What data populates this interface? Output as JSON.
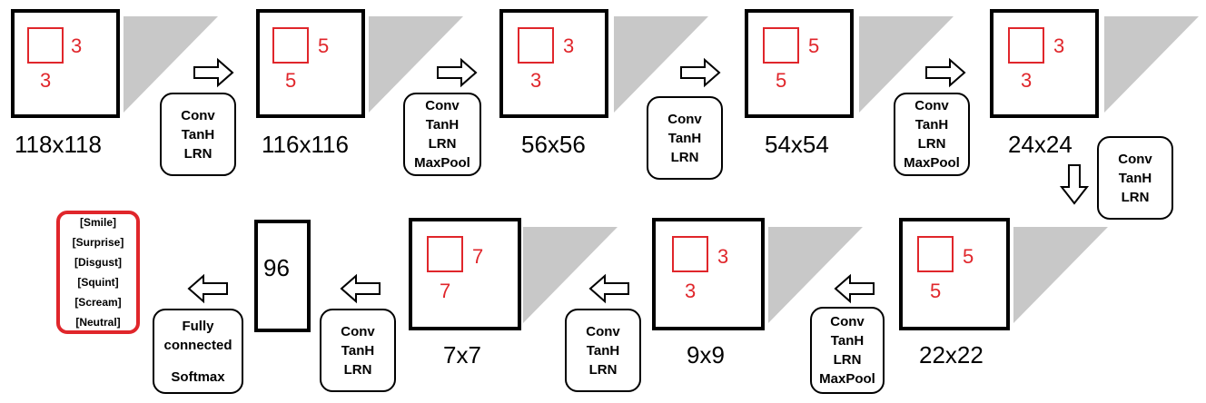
{
  "layers": [
    {
      "dim": "118x118",
      "kh": "3",
      "kw": "3"
    },
    {
      "dim": "116x116",
      "kh": "5",
      "kw": "5"
    },
    {
      "dim": "56x56",
      "kh": "3",
      "kw": "3"
    },
    {
      "dim": "54x54",
      "kh": "5",
      "kw": "5"
    },
    {
      "dim": "24x24",
      "kh": "3",
      "kw": "3"
    },
    {
      "dim": "22x22",
      "kh": "5",
      "kw": "5"
    },
    {
      "dim": "9x9",
      "kh": "3",
      "kw": "3"
    },
    {
      "dim": "7x7",
      "kh": "7",
      "kw": "7"
    }
  ],
  "ops": [
    {
      "lines": [
        "Conv",
        "TanH",
        "LRN"
      ]
    },
    {
      "lines": [
        "Conv",
        "TanH",
        "LRN",
        "MaxPool"
      ]
    },
    {
      "lines": [
        "Conv",
        "TanH",
        "LRN"
      ]
    },
    {
      "lines": [
        "Conv",
        "TanH",
        "LRN",
        "MaxPool"
      ]
    },
    {
      "lines": [
        "Conv",
        "TanH",
        "LRN"
      ]
    },
    {
      "lines": [
        "Conv",
        "TanH",
        "LRN",
        "MaxPool"
      ]
    },
    {
      "lines": [
        "Conv",
        "TanH",
        "LRN"
      ]
    },
    {
      "lines": [
        "Conv",
        "TanH",
        "LRN"
      ]
    }
  ],
  "fc": {
    "line1": "Fully",
    "line2": "connected",
    "line3": "Softmax"
  },
  "vector": {
    "value": "96"
  },
  "output_classes": [
    "[Smile]",
    "[Surprise]",
    "[Disgust]",
    "[Squint]",
    "[Scream]",
    "[Neutral]"
  ],
  "colors": {
    "kernel": "#e0262b",
    "wedge": "#c8c8c8",
    "outline": "#000000"
  }
}
